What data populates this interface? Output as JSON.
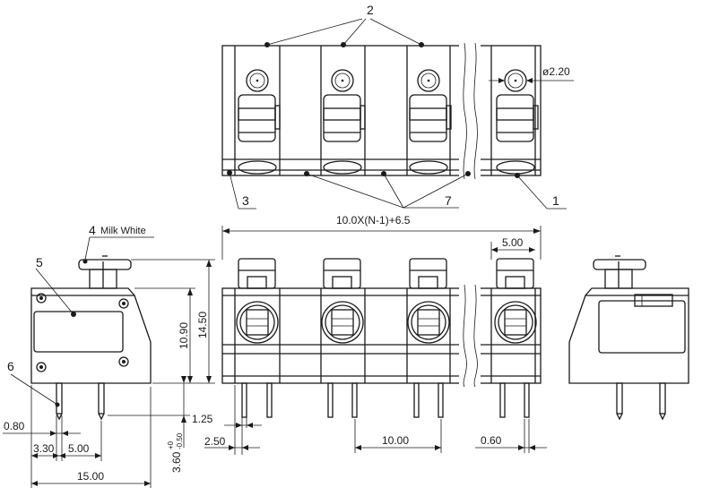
{
  "callouts": {
    "c1": "1",
    "c2": "2",
    "c3": "3",
    "c4": "4",
    "c4_note": "Milk White",
    "c5": "5",
    "c6": "6",
    "c7": "7"
  },
  "dims": {
    "hole_dia": "ø2.20",
    "overall_length": "10.0X(N-1)+6.5",
    "pitch_top": "5.00",
    "height_1090": "10.90",
    "height_1450": "14.50",
    "pin_len": "3.60",
    "pin_len_tol_plus": "+0",
    "pin_len_tol_minus": "-0.50",
    "pin_width": "0.80",
    "d_330": "3.30",
    "d_500": "5.00",
    "d_1500": "15.00",
    "d_125": "1.25",
    "d_250": "2.50",
    "pitch_bottom": "10.00",
    "pin_thk": "0.60"
  }
}
